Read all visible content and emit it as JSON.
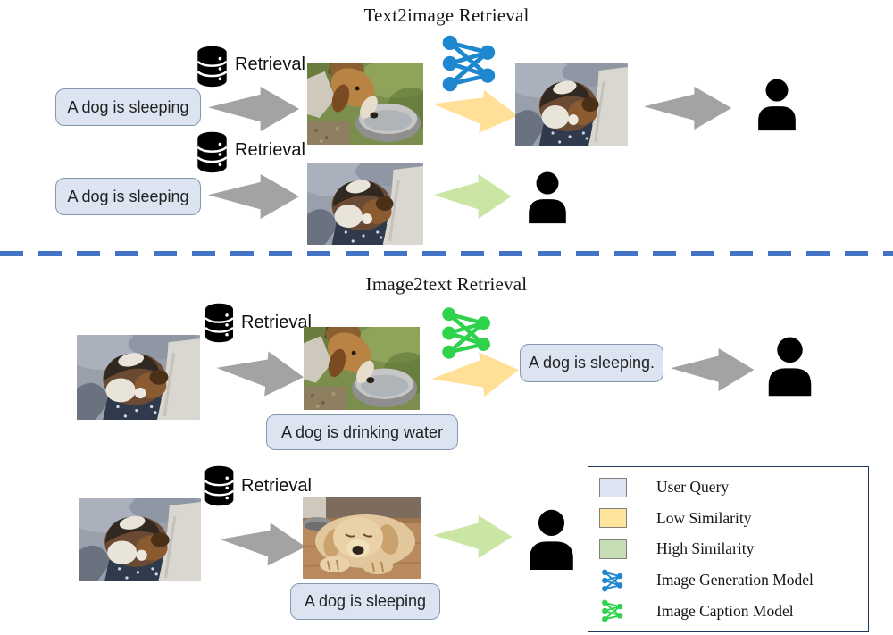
{
  "section_top": {
    "title": "Text2image Retrieval"
  },
  "section_bottom": {
    "title": "Image2text Retrieval"
  },
  "retrieval_label": "Retrieval",
  "boxes": {
    "t2i_query_1": "A dog is sleeping",
    "t2i_query_2": "A dog is sleeping",
    "i2t_wrong_caption": "A dog is drinking water",
    "i2t_generated_caption": "A dog is sleeping.",
    "i2t_correct_caption": "A dog is sleeping"
  },
  "legend": {
    "items": [
      {
        "label": "User Query",
        "marker": "swatch",
        "color": "#dce4f2"
      },
      {
        "label": "Low Similarity",
        "marker": "swatch",
        "color": "#ffe49c"
      },
      {
        "label": "High Similarity",
        "marker": "swatch",
        "color": "#c7ddb5"
      },
      {
        "label": "Image Generation Model",
        "marker": "network-icon",
        "color": "#1e87d0"
      },
      {
        "label": "Image Caption Model",
        "marker": "network-icon",
        "color": "#2ed24b"
      }
    ]
  },
  "icons": {
    "database": "database-icon",
    "person": "person-icon",
    "generation_network": "blue-network-icon",
    "caption_network": "green-network-icon"
  },
  "colors": {
    "user_query_fill": "#dce4f2",
    "query_border": "#8496b0",
    "low_similarity_arrow": "#ffe096",
    "high_similarity_arrow": "#cbe5a4",
    "neutral_arrow_gray": "#a3a3a3",
    "generation_model_blue": "#1e87d0",
    "caption_model_green": "#2ed24b",
    "divider_blue": "#4472c4",
    "legend_border": "#22365c"
  }
}
